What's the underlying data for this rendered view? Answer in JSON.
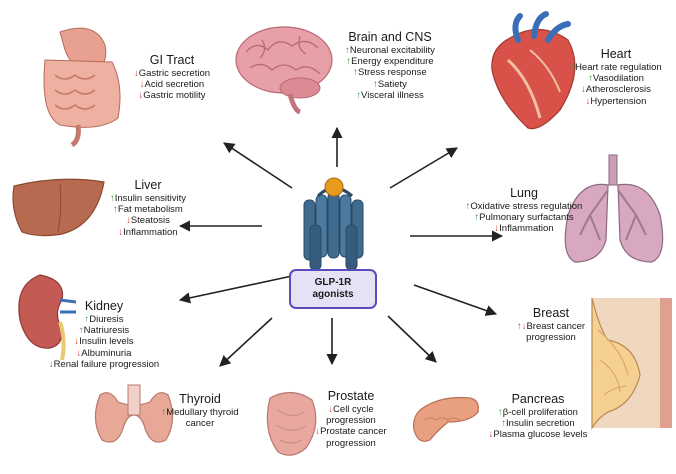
{
  "center": {
    "label": "GLP-1R agonists"
  },
  "organs": {
    "gi": {
      "title": "GI Tract",
      "effects": [
        {
          "dir": "down",
          "text": "Gastric secretion"
        },
        {
          "dir": "down",
          "text": "Acid secretion"
        },
        {
          "dir": "down",
          "text": "Gastric motility"
        }
      ]
    },
    "brain": {
      "title": "Brain and CNS",
      "effects": [
        {
          "dir": "up",
          "text": "Neuronal excitability"
        },
        {
          "dir": "up",
          "text": "Energy expenditure"
        },
        {
          "dir": "up",
          "text": "Stress response"
        },
        {
          "dir": "up",
          "text": "Satiety"
        },
        {
          "dir": "up",
          "text": "Visceral illness"
        }
      ]
    },
    "heart": {
      "title": "Heart",
      "effects": [
        {
          "dir": "up",
          "text": "Heart rate regulation"
        },
        {
          "dir": "up",
          "text": "Vasodilation"
        },
        {
          "dir": "down",
          "text": "Atherosclerosis"
        },
        {
          "dir": "down",
          "text": "Hypertension"
        }
      ]
    },
    "liver": {
      "title": "Liver",
      "effects": [
        {
          "dir": "up",
          "text": "Insulin sensitivity"
        },
        {
          "dir": "up",
          "text": "Fat metabolism"
        },
        {
          "dir": "down",
          "text": "Steatosis"
        },
        {
          "dir": "down",
          "text": "Inflammation"
        }
      ]
    },
    "lung": {
      "title": "Lung",
      "effects": [
        {
          "dir": "up",
          "text": "Oxidative stress regulation"
        },
        {
          "dir": "up",
          "text": "Pulmonary surfactants"
        },
        {
          "dir": "down",
          "text": "Inflammation"
        }
      ]
    },
    "kidney": {
      "title": "Kidney",
      "effects": [
        {
          "dir": "up",
          "text": "Diuresis"
        },
        {
          "dir": "up",
          "text": "Natriuresis"
        },
        {
          "dir": "down",
          "text": "Insulin levels"
        },
        {
          "dir": "down",
          "text": "Albuminuria"
        },
        {
          "dir": "down",
          "text": "Renal failure progression"
        }
      ]
    },
    "breast": {
      "title": "Breast",
      "effects": [
        {
          "dir": "updown",
          "text": "Breast cancer progression"
        }
      ]
    },
    "thyroid": {
      "title": "Thyroid",
      "effects": [
        {
          "dir": "up",
          "text": "Medullary thyroid cancer"
        }
      ]
    },
    "prostate": {
      "title": "Prostate",
      "effects": [
        {
          "dir": "down",
          "text": "Cell cycle progression"
        },
        {
          "dir": "down",
          "text": "Prostate cancer progression"
        }
      ]
    },
    "pancreas": {
      "title": "Pancreas",
      "effects": [
        {
          "dir": "up",
          "text": "β-cell proliferation"
        },
        {
          "dir": "up",
          "text": "Insulin secretion"
        },
        {
          "dir": "down",
          "text": "Plasma glucose levels"
        }
      ]
    }
  },
  "colors": {
    "up": "#3a9a3a",
    "down": "#d63a2a",
    "accent": "#5b4bbd",
    "box": "#e6e2f5",
    "receptor": "#3f6b8f",
    "ligand": "#e89a1c"
  }
}
